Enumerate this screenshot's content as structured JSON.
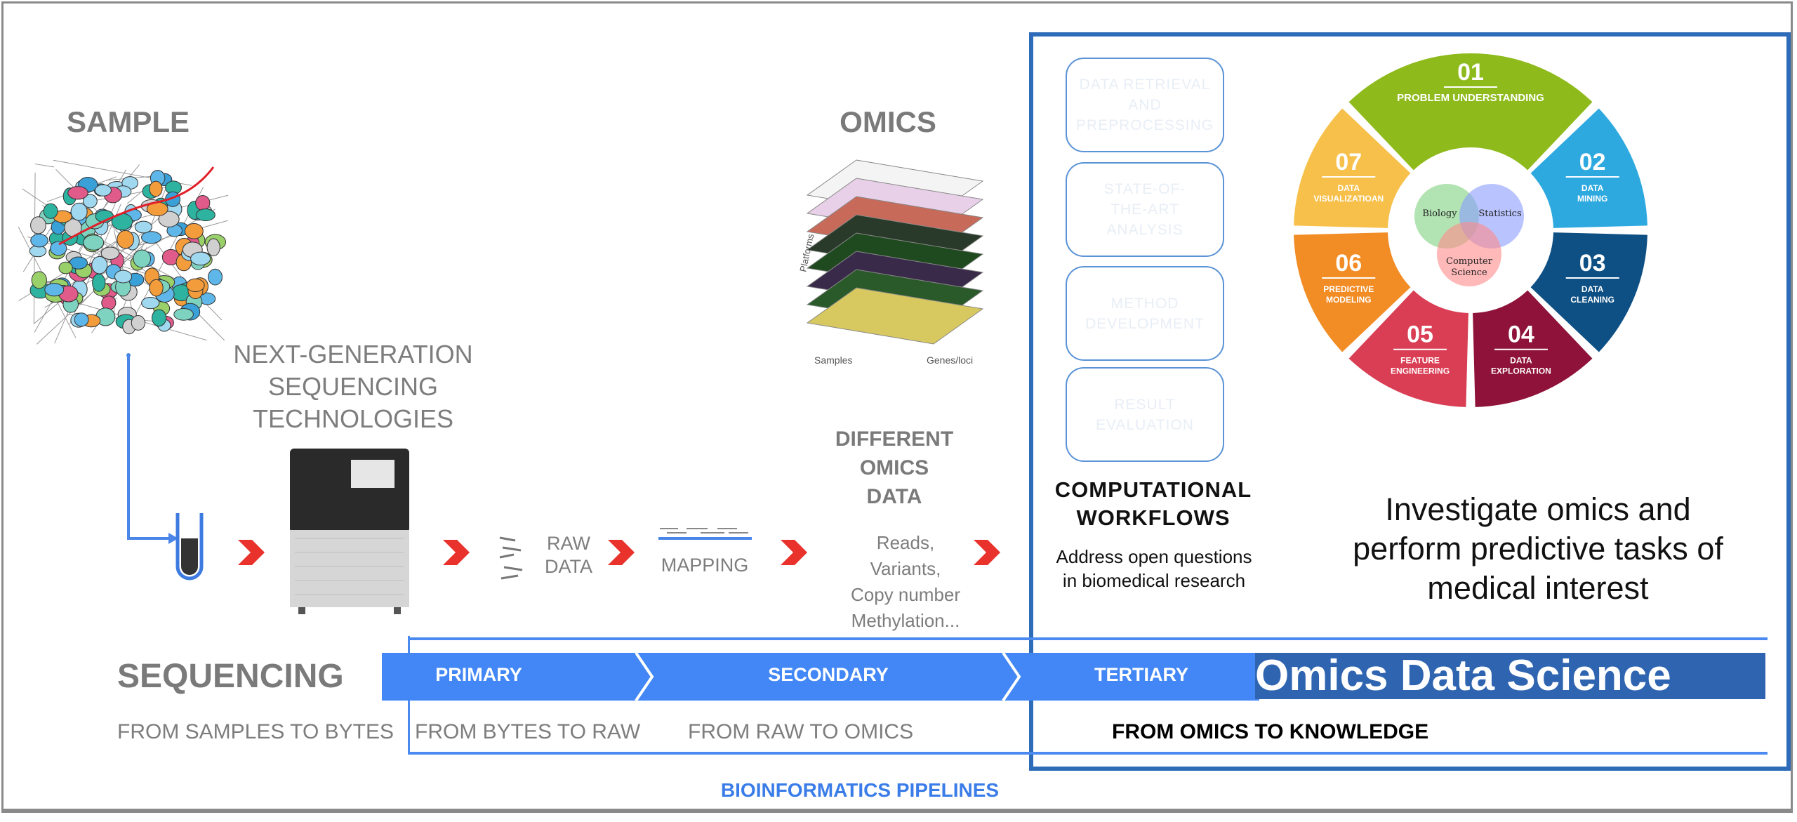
{
  "sample": {
    "title": "SAMPLE"
  },
  "ngs": {
    "title": "NEXT-GENERATION\nSEQUENCING\nTECHNOLOGIES"
  },
  "raw_data": {
    "label": "RAW\nDATA"
  },
  "mapping": {
    "label": "MAPPING"
  },
  "omics": {
    "title": "OMICS",
    "different_label": "DIFFERENT\nOMICS\nDATA",
    "types": "Reads,\nVariants,\nCopy number\nMethylation...",
    "image_labels": {
      "platforms": "Platforms",
      "samples": "Samples",
      "genes": "Genes/loci"
    }
  },
  "workflows": {
    "boxes": [
      {
        "label": "DATA RETRIEVAL\nAND\nPREPROCESSING",
        "color": "#85c1f0"
      },
      {
        "label": "STATE-OF-\nTHE-ART\nANALYSIS",
        "color": "#3f9ae6"
      },
      {
        "label": "METHOD\nDEVELOPMENT",
        "color": "#1a74c7"
      },
      {
        "label": "RESULT\nEVALUATION",
        "color": "#1a74c7"
      }
    ],
    "title": "COMPUTATIONAL\nWORKFLOWS",
    "subtitle": "Address open questions\nin biomedical research"
  },
  "wheel": {
    "segments": [
      {
        "num": "01",
        "label": "PROBLEM UNDERSTANDING",
        "color": "#8fba1c"
      },
      {
        "num": "02",
        "label": "DATA MINING",
        "color": "#2ea9e0"
      },
      {
        "num": "03",
        "label": "DATA CLEANING",
        "color": "#0e4f84"
      },
      {
        "num": "04",
        "label": "DATA EXPLORATION",
        "color": "#8e1239"
      },
      {
        "num": "05",
        "label": "FEATURE ENGINEERING",
        "color": "#d93e54"
      },
      {
        "num": "06",
        "label": "PREDICTIVE MODELING",
        "color": "#f28c25"
      },
      {
        "num": "07",
        "label": "DATA VISUALIZATIOAN",
        "color": "#f7c04a"
      }
    ],
    "venn": [
      "Biology",
      "Statistics",
      "Computer\nScience"
    ]
  },
  "investigate": "Investigate omics and\nperform predictive tasks of\nmedical interest",
  "pipeline": {
    "sequencing": "SEQUENCING",
    "stages": [
      "PRIMARY",
      "SECONDARY",
      "TERTIARY"
    ],
    "omics_data_science": "Omics Data Science",
    "from_labels": [
      "FROM SAMPLES TO BYTES",
      "FROM BYTES TO RAW",
      "FROM RAW TO OMICS",
      "FROM OMICS TO KNOWLEDGE"
    ],
    "footer": "BIOINFORMATICS PIPELINES"
  },
  "colors": {
    "accent_blue": "#4287f5",
    "dark_blue": "#2e64b0",
    "frame_blue": "#2e6bb8",
    "chevron_red": "#e8322b"
  }
}
